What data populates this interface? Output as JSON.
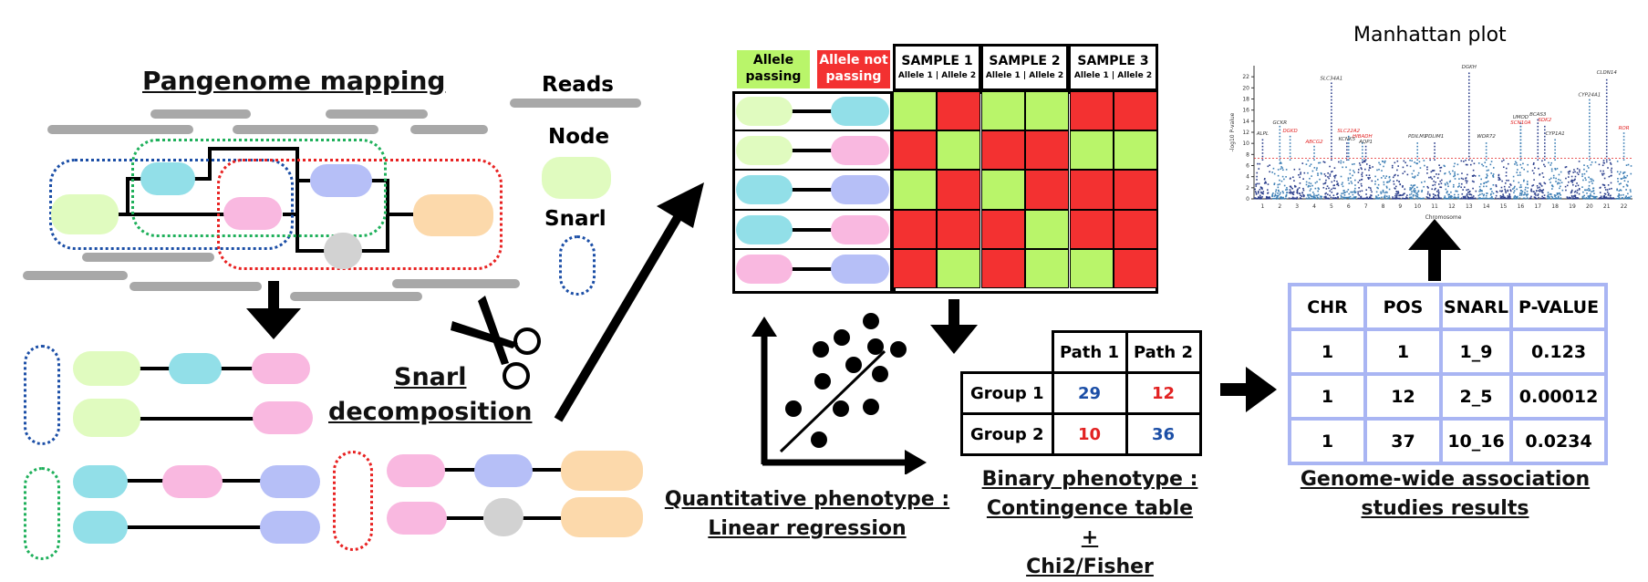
{
  "colors": {
    "green_node": "#e0fbbf",
    "cyan_node": "#92dfe8",
    "pink_node": "#f9b8e0",
    "blue_node": "#b6bff7",
    "orange_node": "#fcd9ab",
    "grey_node": "#d2d2d2",
    "read": "#a8a8a8",
    "pass": "#b9f56a",
    "fail": "#f33131",
    "snarl_blue": "#1b4ea6",
    "snarl_green": "#1fb05b",
    "snarl_red": "#e82222",
    "table_border": "#a9b5f3",
    "num_blue": "#1b4ea6",
    "num_red": "#e22222"
  },
  "pangenome": {
    "title": "Pangenome mapping",
    "legend": {
      "reads": "Reads",
      "node": "Node",
      "snarl": "Snarl"
    }
  },
  "decomposition": {
    "line1": "Snarl",
    "line2": "decomposition"
  },
  "allele_matrix": {
    "legend_pass": [
      "Allele",
      "passing"
    ],
    "legend_fail": [
      "Allele not",
      "passing"
    ],
    "samples": [
      "SAMPLE 1",
      "SAMPLE 2",
      "SAMPLE 3"
    ],
    "sub_header": "Allele 1 | Allele 2",
    "rows": [
      {
        "left": "green",
        "right": "cyan",
        "cells": [
          1,
          0,
          1,
          1,
          0,
          0
        ]
      },
      {
        "left": "green",
        "right": "pink",
        "cells": [
          0,
          1,
          0,
          0,
          1,
          1
        ]
      },
      {
        "left": "cyan",
        "right": "blue",
        "cells": [
          1,
          0,
          1,
          0,
          0,
          0
        ]
      },
      {
        "left": "cyan",
        "right": "pink",
        "cells": [
          0,
          0,
          0,
          1,
          0,
          0
        ]
      },
      {
        "left": "pink",
        "right": "blue",
        "cells": [
          0,
          1,
          0,
          1,
          1,
          0
        ]
      }
    ]
  },
  "quantitative": {
    "line1": "Quantitative phenotype :",
    "line2": "Linear regression"
  },
  "binary": {
    "headers": [
      "Path 1",
      "Path 2"
    ],
    "rows": [
      {
        "label": "Group 1",
        "v1": "29",
        "v2": "12"
      },
      {
        "label": "Group 2",
        "v1": "10",
        "v2": "36"
      }
    ],
    "line1": "Binary phenotype :",
    "line2": "Contingence table +",
    "line3": "Chi2/Fisher"
  },
  "gwas_table": {
    "headers": [
      "CHR",
      "POS",
      "SNARL",
      "P-VALUE"
    ],
    "rows": [
      [
        "1",
        "1",
        "1_9",
        "0.123"
      ],
      [
        "1",
        "12",
        "2_5",
        "0.00012"
      ],
      [
        "1",
        "37",
        "10_16",
        "0.0234"
      ]
    ],
    "line1": "Genome-wide association",
    "line2": "studies results"
  },
  "manhattan": {
    "title": "Manhattan plot",
    "ylabel": "-log10 P-value",
    "xlabel": "Chromosome",
    "chromosomes": [
      "1",
      "2",
      "3",
      "4",
      "5",
      "6",
      "7",
      "8",
      "9",
      "10",
      "11",
      "12",
      "13",
      "14",
      "15",
      "16",
      "17",
      "18",
      "19",
      "20",
      "21",
      "22"
    ],
    "yticks": [
      "0",
      "2",
      "4",
      "6",
      "8",
      "10",
      "12",
      "14",
      "16",
      "18",
      "20",
      "22"
    ],
    "genes": [
      {
        "name": "ALPL",
        "chr": 1,
        "y": 11
      },
      {
        "name": "GCKR",
        "chr": 2,
        "y": 13
      },
      {
        "name": "DGKD",
        "chr": 2.6,
        "y": 11.5
      },
      {
        "name": "ABCG2",
        "chr": 4,
        "y": 9.5
      },
      {
        "name": "SLC34A1",
        "chr": 5,
        "y": 21
      },
      {
        "name": "KCNK5",
        "chr": 5.9,
        "y": 10
      },
      {
        "name": "SLC22A2",
        "chr": 6,
        "y": 11.5
      },
      {
        "name": "HIBADH",
        "chr": 6.8,
        "y": 10.5
      },
      {
        "name": "AQP1",
        "chr": 7,
        "y": 9.5
      },
      {
        "name": "PDILM1",
        "chr": 10,
        "y": 10.5
      },
      {
        "name": "PDLIM1",
        "chr": 11,
        "y": 10.5
      },
      {
        "name": "UMOD",
        "chr": 16,
        "y": 14
      },
      {
        "name": "SCN10A",
        "chr": 16,
        "y": 13
      },
      {
        "name": "BCAS3",
        "chr": 17,
        "y": 14.5
      },
      {
        "name": "SDK2",
        "chr": 17.4,
        "y": 13.5
      },
      {
        "name": "CYP24A1",
        "chr": 20,
        "y": 18
      },
      {
        "name": "CLDN14",
        "chr": 21,
        "y": 22
      },
      {
        "name": "CYP1A1",
        "chr": 18,
        "y": 11
      },
      {
        "name": "WDR72",
        "chr": 14,
        "y": 10.5
      },
      {
        "name": "DGKH",
        "chr": 13,
        "y": 23
      },
      {
        "name": "ROR",
        "chr": 22,
        "y": 12
      }
    ]
  }
}
